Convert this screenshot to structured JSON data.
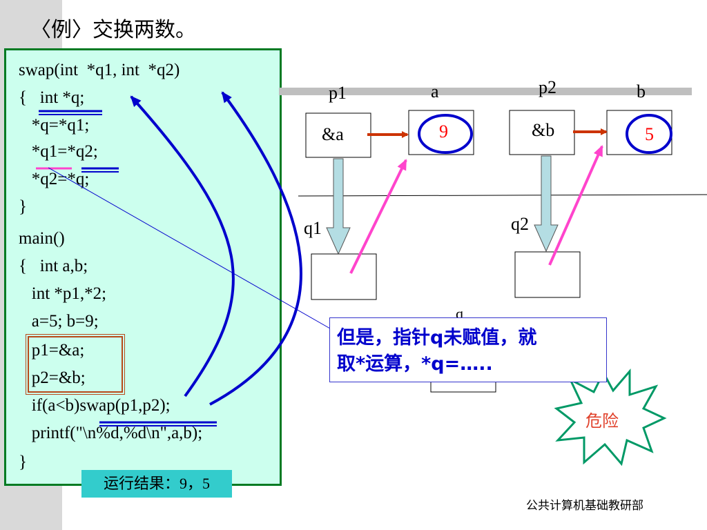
{
  "title": "〈例〉交换两数。",
  "code_lines": [
    "swap(int  *q1, int  *q2)",
    "{   int *q;",
    "   *q=*q1;",
    "   *q1=*q2;",
    "   *q2=*q;",
    "}",
    "main()",
    "{   int a,b;",
    "   int *p1,*2;",
    "   a=5; b=9;",
    "   p1=&a;",
    "   p2=&b;",
    "   if(a<b)swap(p1,p2);",
    "   printf(\"\\n%d,%d\\n\",a,b);",
    "}"
  ],
  "result": "运行结果：9，5",
  "diagram": {
    "p1_label": "p1",
    "a_label": "a",
    "p2_label": "p2",
    "b_label": "b",
    "p1_value": "&a",
    "a_value": "9",
    "p2_value": "&b",
    "b_value": "5",
    "q1_label": "q1",
    "q2_label": "q2",
    "q_label": "q"
  },
  "note": {
    "line1": "但是，指针q未赋值，就",
    "line2": "取*运算，*q=….."
  },
  "danger": "危险",
  "footer": "公共计算机基础教研部",
  "colors": {
    "code_bg": "#ccffee",
    "code_border": "#007a22",
    "result_bg": "#33cccc",
    "arrow_blue": "#0000cc",
    "arrow_pink": "#ff44cc",
    "arrow_red": "#cc3300",
    "value_red": "#ff0000",
    "danger_green": "#009966"
  }
}
